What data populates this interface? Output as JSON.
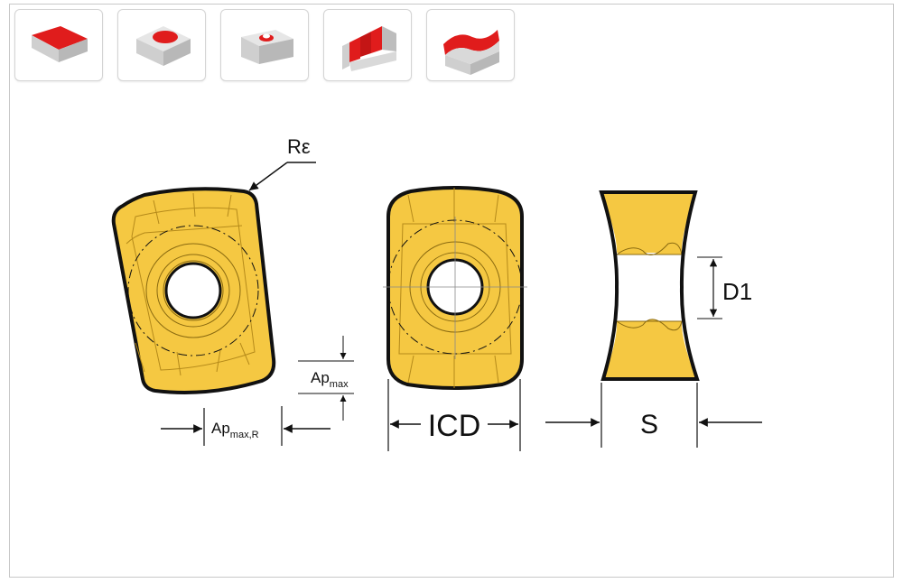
{
  "thumbnails": [
    {
      "icon": "flat-face-block-icon"
    },
    {
      "icon": "pocket-block-icon"
    },
    {
      "icon": "hole-block-icon"
    },
    {
      "icon": "slot-block-icon"
    },
    {
      "icon": "contour-block-icon"
    }
  ],
  "colors": {
    "insert_fill": "#f5c842",
    "accent_red": "#e01c1c",
    "block_grey": "#d9d9d9",
    "outline": "#111111"
  },
  "labels": {
    "corner_radius": "Rε",
    "ap_max_base": "Ap",
    "ap_max_sub": "max",
    "ap_max_r_base": "Ap",
    "ap_max_r_sub": "max,R",
    "icd": "ICD",
    "s": "S",
    "d1": "D1"
  }
}
